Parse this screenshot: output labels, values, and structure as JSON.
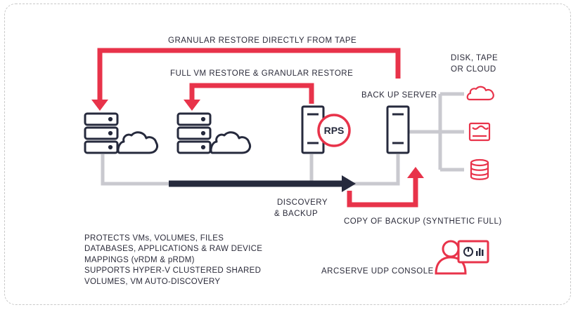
{
  "labels": {
    "granular_tape": "GRANULAR RESTORE DIRECTLY FROM TAPE",
    "full_vm": "FULL VM RESTORE & GRANULAR RESTORE",
    "backup_server": "BACK UP SERVER",
    "disk_tape_cloud_1": "DISK, TAPE",
    "disk_tape_cloud_2": "OR CLOUD",
    "discovery_1": "DISCOVERY",
    "discovery_2": "& BACKUP",
    "copy_backup": "COPY OF BACKUP (SYNTHETIC FULL)",
    "console": "ARCSERVE UDP CONSOLE",
    "rps": "RPS"
  },
  "features": [
    "PROTECTS VMs, VOLUMES, FILES",
    "DATABASES, APPLICATIONS & RAW DEVICE",
    "MAPPINGS (vRDM & pRDM)",
    "SUPPORTS HYPER-V CLUSTERED SHARED",
    "VOLUMES, VM AUTO-DISCOVERY"
  ],
  "icons": [
    "server-stack-icon",
    "cloud-icon",
    "tower-server-icon",
    "rps-badge-icon",
    "disk-icon",
    "tape-icon",
    "database-icon",
    "user-icon",
    "dashboard-icon"
  ],
  "colors": {
    "accent": "#e8334a",
    "dark": "#262a3d",
    "line": "#c9c9cf"
  }
}
